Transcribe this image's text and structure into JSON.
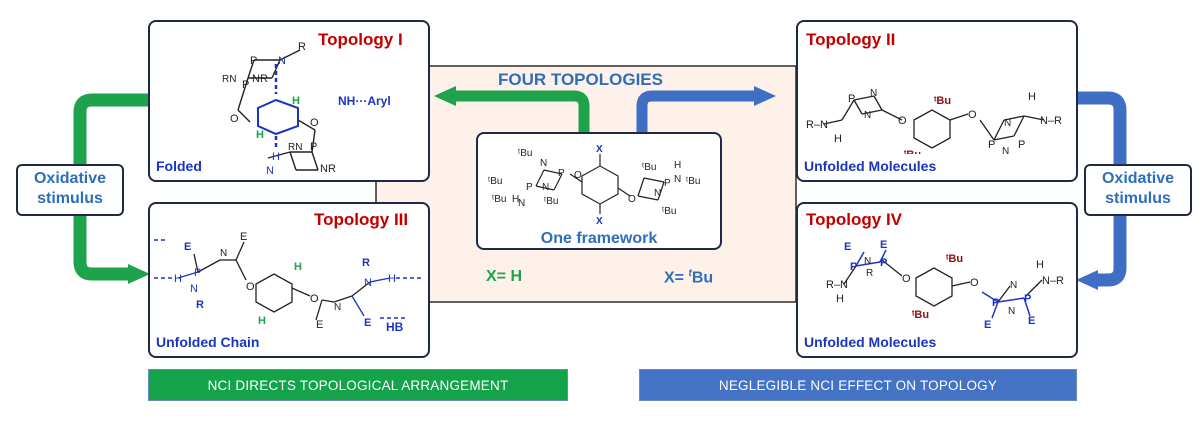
{
  "header": {
    "title": "FOUR TOPOLOGIES"
  },
  "center": {
    "caption": "One framework",
    "x_label": "X",
    "tbu": "tBu",
    "n": "N",
    "p": "P",
    "h": "H",
    "nh": "NH"
  },
  "x_values": {
    "left": "X= H",
    "right_prefix": "X= ",
    "right_sup": "t",
    "right_suffix": "Bu"
  },
  "topology1": {
    "title": "Topology I",
    "caption": "Folded",
    "interaction": "NH···Aryl"
  },
  "topology2": {
    "title": "Topology II",
    "caption": "Unfolded Molecules"
  },
  "topology3": {
    "title": "Topology III",
    "caption": "Unfolded Chain",
    "hb": "HB",
    "e": "E"
  },
  "topology4": {
    "title": "Topology IV",
    "caption": "Unfolded Molecules",
    "e": "E"
  },
  "stimulus_left": {
    "line1": "Oxidative",
    "line2": "stimulus"
  },
  "stimulus_right": {
    "line1": "Oxidative",
    "line2": "stimulus"
  },
  "banner_left": {
    "text": "NCI DIRECTS TOPOLOGICAL ARRANGEMENT"
  },
  "banner_right": {
    "text": "NEGLEGIBLE NCI EFFECT ON TOPOLOGY"
  },
  "colors": {
    "green": "#1ea24b",
    "blue": "#3f6fc4",
    "title_red": "#c00000",
    "caption_blue": "#1a35c0",
    "header_blue": "#2e6fb8",
    "banner_green": "#14a34a",
    "banner_blue": "#4472c4",
    "center_bg": "#fdf1ea"
  }
}
